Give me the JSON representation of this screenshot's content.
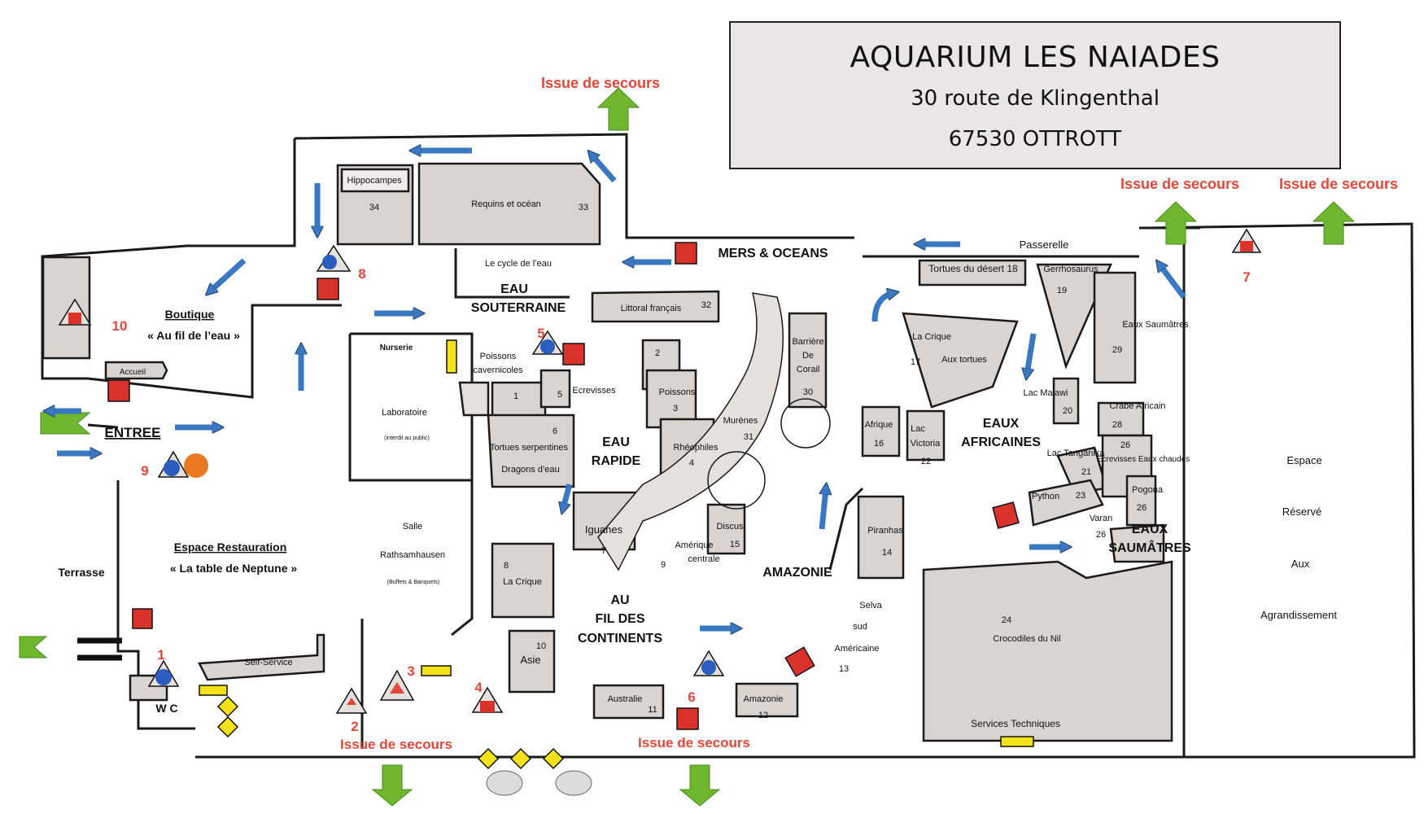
{
  "header": {
    "name": "AQUARIUM LES NAIADES",
    "street": "30 route de Klingenthal",
    "city": "67530  OTTROTT"
  },
  "emergency_exit_label": "Issue de secours",
  "entrance_label": "ENTREE",
  "zones": {
    "eau_souterraine": [
      "EAU",
      "SOUTERRAINE"
    ],
    "eau_rapide": [
      "EAU",
      "RAPIDE"
    ],
    "au_fil": [
      "AU",
      "FIL DES",
      "CONTINENTS"
    ],
    "amazonie": "AMAZONIE",
    "eaux_africaines": [
      "EAUX",
      "AFRICAINES"
    ],
    "eaux_saumatres": [
      "EAUX",
      "SAUMÂTRES"
    ],
    "mers_oceans": "MERS & OCEANS"
  },
  "areas": {
    "boutique_title": "Boutique",
    "boutique_sub": "« Au fil de l’eau »",
    "restauration_title": "Espace Restauration",
    "restauration_sub": "« La table de Neptune »",
    "terrasse": "Terrasse",
    "accueil": "Accueil",
    "wc": "W C",
    "self_service": "Self-Service",
    "nurserie": "Nurserie",
    "laboratoire": "Laboratoire",
    "lab_note": "(interdit au public)",
    "salle": "Salle",
    "salle_name": "Rathsamhausen",
    "salle_note": "(Buffets & Banquets)",
    "cycle": "Le cycle de l’eau",
    "passerelle": "Passerelle",
    "services": "Services Techniques",
    "reserve": [
      "Espace",
      "Réservé",
      "Aux",
      "Agrandissement"
    ]
  },
  "tanks": [
    {
      "id": "hippo",
      "label": "Hippocampes",
      "num": "34"
    },
    {
      "id": "requins",
      "label": "Requins et océan",
      "num": "33"
    },
    {
      "id": "littoral",
      "label": "Littoral français",
      "num": "32"
    },
    {
      "id": "t2",
      "label": "",
      "num": "2"
    },
    {
      "id": "poissons",
      "label": "Poissons",
      "num": "3"
    },
    {
      "id": "rheo",
      "label": "Rhéophiles",
      "num": "4"
    },
    {
      "id": "murenes",
      "label": "Murènes",
      "num": "31"
    },
    {
      "id": "barriere",
      "label": "Barrière De Corail",
      "num": "30"
    },
    {
      "id": "cavern",
      "label": "Poissons cavernicoles",
      "num": "1"
    },
    {
      "id": "ecrev5",
      "label": "Ecrevisses",
      "num": "5"
    },
    {
      "id": "tortues6",
      "label": "Tortues serpentines",
      "label2": "Dragons d’eau",
      "num": "6"
    },
    {
      "id": "iguanes",
      "label": "Iguanes",
      "num": "7"
    },
    {
      "id": "crique8",
      "label": "La Crique",
      "num": "8"
    },
    {
      "id": "amcentrale",
      "label": "Amérique centrale",
      "num": "9"
    },
    {
      "id": "discus",
      "label": "Discus",
      "num": "15"
    },
    {
      "id": "asie",
      "label": "Asie",
      "num": "10"
    },
    {
      "id": "australie",
      "label": "Australie",
      "num": "11"
    },
    {
      "id": "amazonie12",
      "label": "Amazonie",
      "num": "12"
    },
    {
      "id": "piranhas",
      "label": "Piranhas",
      "num": "14"
    },
    {
      "id": "selva",
      "label": "Selva sud Américaine",
      "num": "13"
    },
    {
      "id": "tortdesert",
      "label": "Tortues du désert 18",
      "num": ""
    },
    {
      "id": "gerrho",
      "label": "Gerrhosaurus",
      "num": "19"
    },
    {
      "id": "criqueTortues",
      "label": "La Crique",
      "label2": "Aux tortues",
      "num": "17"
    },
    {
      "id": "afrique",
      "label": "Afrique",
      "num": "16"
    },
    {
      "id": "victoria",
      "label": "Lac Victoria",
      "num": "22"
    },
    {
      "id": "malawi",
      "label": "Lac Malawi",
      "num": "20"
    },
    {
      "id": "tanganika",
      "label": "Lac Tanganika",
      "num": "21"
    },
    {
      "id": "python",
      "label": "Python",
      "num": "23"
    },
    {
      "id": "saumatres29",
      "label": "Eaux Saumâtres",
      "num": "29"
    },
    {
      "id": "crabe",
      "label": "Crabe Africain",
      "num": "28"
    },
    {
      "id": "ecrev26",
      "label": "Ecrevisses Eaux chaudes",
      "num": "26"
    },
    {
      "id": "pogona",
      "label": "Pogona",
      "num": "26"
    },
    {
      "id": "varan",
      "label": "Varan",
      "num": "26"
    },
    {
      "id": "crocos",
      "label": "Crocodiles du Nil",
      "num": "24"
    }
  ],
  "markers": [
    "1",
    "2",
    "3",
    "4",
    "5",
    "6",
    "7",
    "8",
    "9",
    "10"
  ],
  "colors": {
    "wall": "#1a1a1a",
    "tank_fill": "#d9d4cf",
    "arrow_blue": "#3a78c2",
    "arrow_green": "#6fb72f",
    "exit_red": "#e2473a",
    "marker_red": "#e2473a",
    "extinguisher_red": "#d9322a",
    "yellow": "#f3e21a",
    "orange": "#ea7a22",
    "title_bg": "#e8e6e6"
  }
}
